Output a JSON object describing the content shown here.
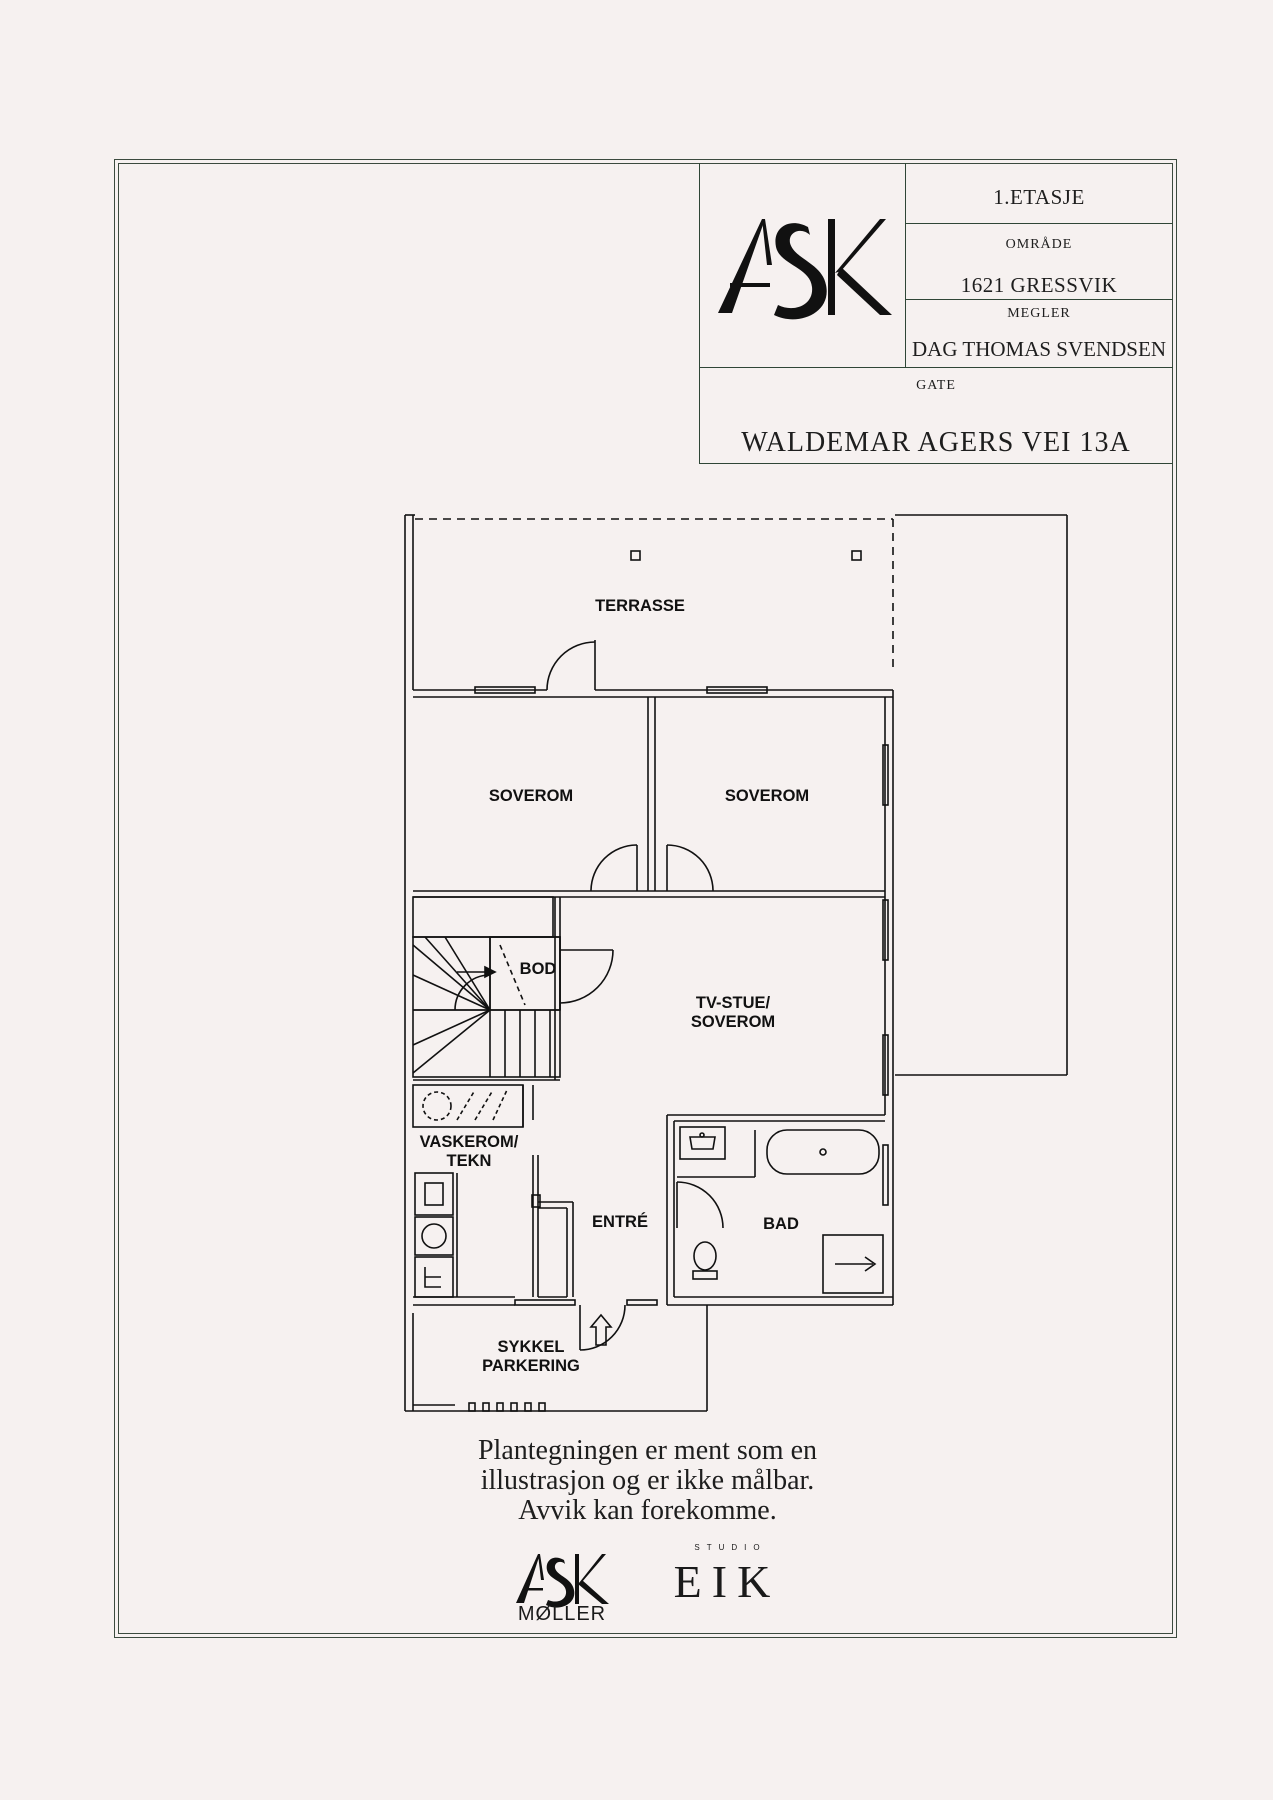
{
  "title_block": {
    "floor": "1.ETASJE",
    "area_label": "OMRÅDE",
    "area_value": "1621 GRESSVIK",
    "broker_label": "MEGLER",
    "broker_value": "DAG THOMAS SVENDSEN",
    "street_label": "GATE",
    "street_value": "WALDEMAR AGERS VEI 13A"
  },
  "logo": {
    "main_text": "ASK",
    "footer_sub": "MØLLER"
  },
  "rooms": {
    "terrasse": "TERRASSE",
    "soverom_1": "SOVEROM",
    "soverom_2": "SOVEROM",
    "bod": "BOD",
    "tv_stue_1": "TV-STUE/",
    "tv_stue_2": "SOVEROM",
    "vaskerom_1": "VASKEROM/",
    "vaskerom_2": "TEKN",
    "entre": "ENTRÉ",
    "bad": "BAD",
    "sykkel_1": "SYKKEL",
    "sykkel_2": "PARKERING"
  },
  "disclaimer": {
    "line1": "Plantegningen er ment som en",
    "line2": "illustrasjon og er ikke målbar.",
    "line3": "Avvik kan forekomme."
  },
  "studio": {
    "small": "STUDIO",
    "name": "EIK"
  },
  "colors": {
    "frame": "#3b4a3e",
    "background": "#f6f1f0",
    "ink": "#1a1a1a"
  }
}
